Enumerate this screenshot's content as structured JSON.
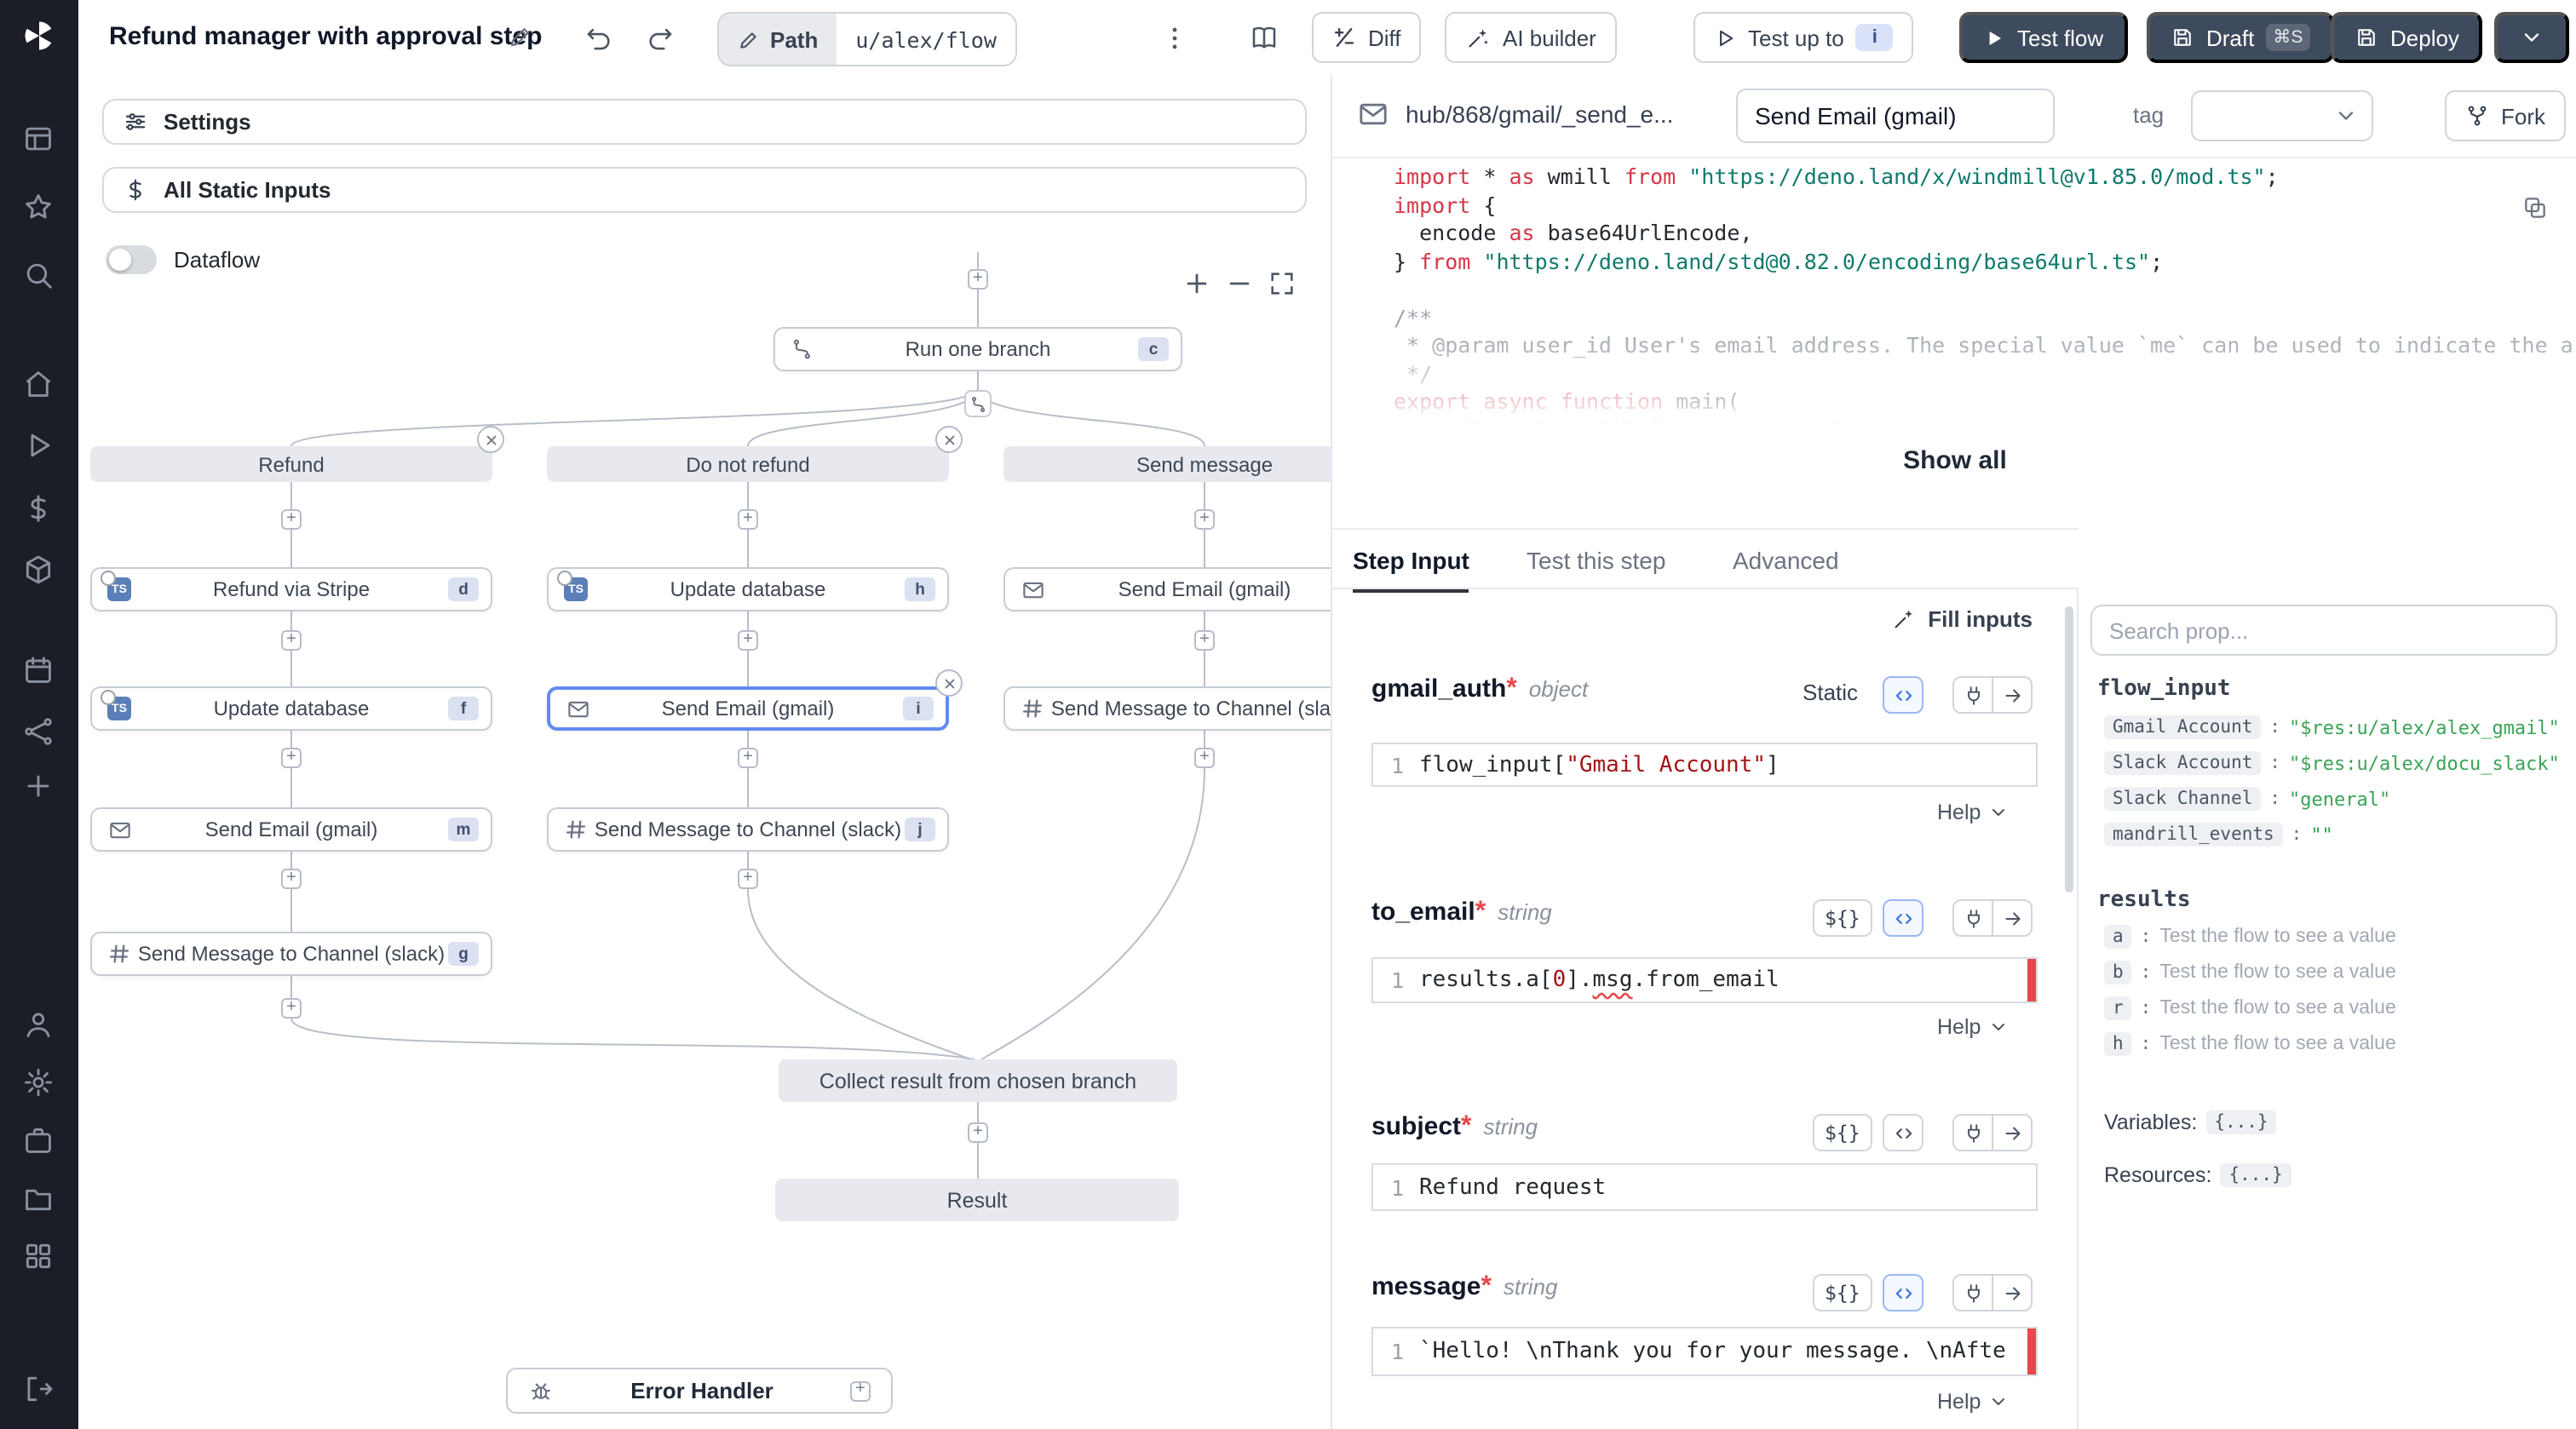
{
  "topbar": {
    "title": "Refund manager with approval step",
    "path": {
      "label": "Path",
      "value": "u/alex/flow"
    },
    "diff": "Diff",
    "ai_builder": "AI builder",
    "test_up_to": "Test up to",
    "test_up_to_badge": "i",
    "test_flow": "Test flow",
    "draft": "Draft",
    "draft_shortcut": "⌘S",
    "deploy": "Deploy"
  },
  "flow_panel": {
    "settings": "Settings",
    "all_static_inputs": "All Static Inputs",
    "dataflow": "Dataflow"
  },
  "graph": {
    "run_one_branch": {
      "label": "Run one branch",
      "badge": "c"
    },
    "branches": [
      {
        "title": "Refund",
        "steps": [
          {
            "label": "Refund via Stripe",
            "badge": "d"
          },
          {
            "label": "Update database",
            "badge": "f"
          },
          {
            "label": "Send Email (gmail)",
            "badge": "m"
          },
          {
            "label": "Send Message to Channel (slack)",
            "badge": "g"
          }
        ]
      },
      {
        "title": "Do not refund",
        "steps": [
          {
            "label": "Update database",
            "badge": "h"
          },
          {
            "label": "Send Email (gmail)",
            "badge": "i"
          },
          {
            "label": "Send Message to Channel (slack)",
            "badge": "j"
          }
        ]
      },
      {
        "title": "Send message",
        "steps": [
          {
            "label": "Send Email (gmail)",
            "badge": ""
          },
          {
            "label": "Send Message to Channel (slack)",
            "badge": ""
          }
        ]
      }
    ],
    "collect": "Collect result from chosen branch",
    "result": "Result",
    "error_handler": "Error Handler"
  },
  "script_panel": {
    "hub_path": "hub/868/gmail/_send_e...",
    "summary": "Send Email (gmail)",
    "tag_label": "tag",
    "fork": "Fork",
    "show_all": "Show all",
    "code": [
      {
        "segs": [
          {
            "t": "import",
            "c": "kw"
          },
          {
            "t": " * ",
            "c": "pl"
          },
          {
            "t": "as",
            "c": "kw"
          },
          {
            "t": " wmill ",
            "c": "pl"
          },
          {
            "t": "from",
            "c": "kw"
          },
          {
            "t": " ",
            "c": "pl"
          },
          {
            "t": "\"https://deno.land/x/windmill@v1.85.0/mod.ts\"",
            "c": "st"
          },
          {
            "t": ";",
            "c": "pl"
          }
        ]
      },
      {
        "segs": [
          {
            "t": "import",
            "c": "kw"
          },
          {
            "t": " {",
            "c": "pl"
          }
        ]
      },
      {
        "segs": [
          {
            "t": "  encode ",
            "c": "pl"
          },
          {
            "t": "as",
            "c": "kw"
          },
          {
            "t": " base64UrlEncode,",
            "c": "pl"
          }
        ]
      },
      {
        "segs": [
          {
            "t": "} ",
            "c": "pl"
          },
          {
            "t": "from",
            "c": "kw"
          },
          {
            "t": " ",
            "c": "pl"
          },
          {
            "t": "\"https://deno.land/std@0.82.0/encoding/base64url.ts\"",
            "c": "st"
          },
          {
            "t": ";",
            "c": "pl"
          }
        ]
      },
      {
        "segs": []
      },
      {
        "segs": [
          {
            "t": "/**",
            "c": "cm"
          }
        ]
      },
      {
        "segs": [
          {
            "t": " * @param user_id User's email address. The special value `me` can be used to indicate the authenticated user.",
            "c": "cm"
          }
        ]
      },
      {
        "segs": [
          {
            "t": " */",
            "c": "cm"
          }
        ]
      },
      {
        "segs": [
          {
            "t": "export",
            "c": "kw"
          },
          {
            "t": " ",
            "c": "pl"
          },
          {
            "t": "async",
            "c": "kw"
          },
          {
            "t": " ",
            "c": "pl"
          },
          {
            "t": "function",
            "c": "kw"
          },
          {
            "t": " main(",
            "c": "pl"
          }
        ]
      },
      {
        "segs": [
          {
            "t": "  gmail_auth: wmill.Resource<",
            "c": "pl"
          },
          {
            "t": "\"gmail\"",
            "c": "st"
          },
          {
            "t": ">,",
            "c": "pl"
          }
        ]
      }
    ]
  },
  "tabs": {
    "step_input": "Step Input",
    "test_this_step": "Test this step",
    "advanced": "Advanced"
  },
  "step_input": {
    "fill_inputs": "Fill inputs",
    "help": "Help",
    "required_mark": "*",
    "fields": [
      {
        "name": "gmail_auth",
        "type": "object",
        "mode": "Static",
        "ln": "1",
        "code": [
          {
            "segs": [
              {
                "t": "flow_input",
                "c": "pl"
              },
              {
                "t": "[",
                "c": "pl"
              },
              {
                "t": "\"Gmail Account\"",
                "c": "sr"
              },
              {
                "t": "]",
                "c": "pl"
              }
            ]
          }
        ]
      },
      {
        "name": "to_email",
        "type": "string",
        "mode": "${}",
        "ln": "1",
        "code": [
          {
            "segs": [
              {
                "t": "results.a",
                "c": "pl"
              },
              {
                "t": "[",
                "c": "pl"
              },
              {
                "t": "0",
                "c": "sr"
              },
              {
                "t": "]",
                "c": "pl"
              },
              {
                "t": ".",
                "c": "pl"
              },
              {
                "t": "msg",
                "c": "err"
              },
              {
                "t": ".from_email",
                "c": "pl"
              }
            ]
          }
        ]
      },
      {
        "name": "subject",
        "type": "string",
        "mode": "${}",
        "ln": "1",
        "code": [
          {
            "segs": [
              {
                "t": "Refund request",
                "c": "pl"
              }
            ]
          }
        ]
      },
      {
        "name": "message",
        "type": "string",
        "mode": "${}",
        "ln": "1",
        "code": [
          {
            "segs": [
              {
                "t": "`Hello! \\nThank you for your message. \\nAfte",
                "c": "pl"
              }
            ]
          }
        ]
      }
    ]
  },
  "props_panel": {
    "search_placeholder": "Search prop...",
    "flow_input_label": "flow_input",
    "colon": ":",
    "entries": [
      {
        "key": "Gmail Account",
        "value": "\"$res:u/alex/alex_gmail\""
      },
      {
        "key": "Slack Account",
        "value": "\"$res:u/alex/docu_slack\""
      },
      {
        "key": "Slack Channel",
        "value": "\"general\""
      },
      {
        "key": "mandrill_events",
        "value": "\"\""
      }
    ],
    "results_label": "results",
    "results": [
      {
        "key": "a",
        "text": "Test the flow to see a value"
      },
      {
        "key": "b",
        "text": "Test the flow to see a value"
      },
      {
        "key": "r",
        "text": "Test the flow to see a value"
      },
      {
        "key": "h",
        "text": "Test the flow to see a value"
      }
    ],
    "variables_label": "Variables:",
    "resources_label": "Resources:",
    "braces": "{...}"
  }
}
